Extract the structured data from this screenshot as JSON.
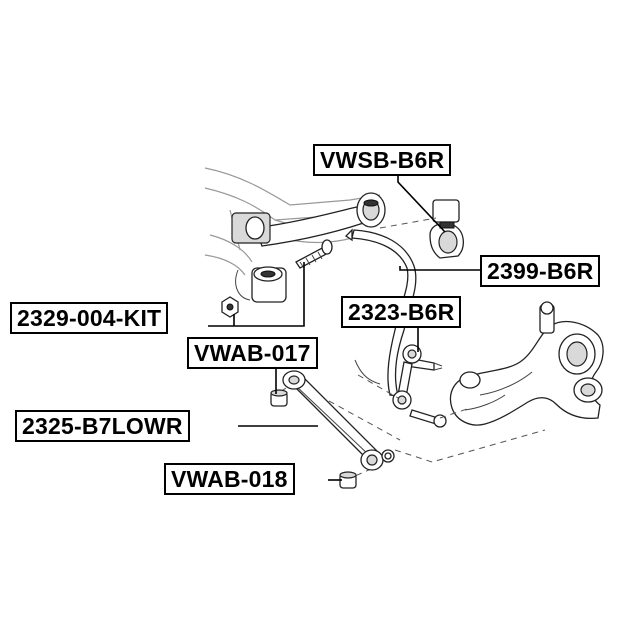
{
  "labels": {
    "vwsb_b6r": "VWSB-B6R",
    "p2399_b6r": "2399-B6R",
    "p2323_b6r": "2323-B6R",
    "p2329_004_kit": "2329-004-KIT",
    "vwab_017": "VWAB-017",
    "p2325_b7lowr": "2325-B7LOWR",
    "vwab_018": "VWAB-018"
  }
}
